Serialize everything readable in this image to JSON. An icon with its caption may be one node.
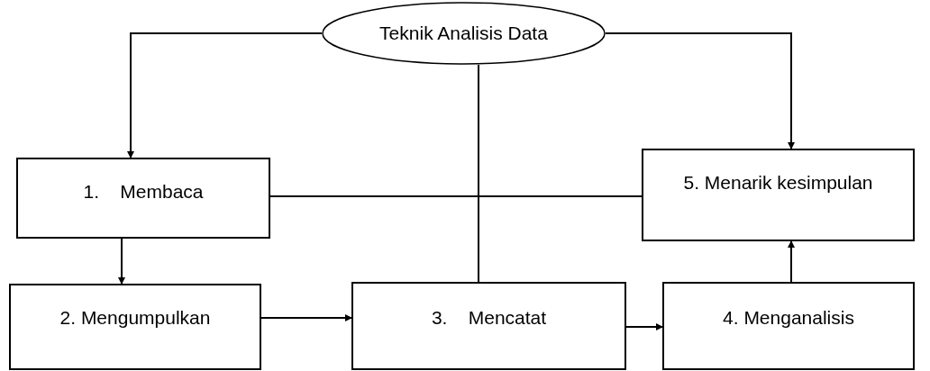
{
  "diagram": {
    "nodes": [
      {
        "text": [
          "Teknik Analisis Data"
        ]
      },
      {
        "text": [
          "1.    Membaca"
        ]
      },
      {
        "text": [
          "5. Menarik kesimpulan"
        ]
      },
      {
        "text": [
          "2. Mengumpulkan"
        ]
      },
      {
        "text": [
          "3.    Mencatat"
        ]
      },
      {
        "text": [
          "4. Menganalisis"
        ]
      }
    ],
    "edges": [
      {
        "from": 0,
        "to": 1,
        "arrow": "to"
      },
      {
        "from": 0,
        "to": 2,
        "arrow": "to"
      },
      {
        "from": 0,
        "to": 4,
        "arrow": "none"
      },
      {
        "from": 1,
        "to": 2,
        "arrow": "none"
      },
      {
        "from": 1,
        "to": 3,
        "arrow": "to"
      },
      {
        "from": 3,
        "to": 4,
        "arrow": "to"
      },
      {
        "from": 4,
        "to": 5,
        "arrow": "to"
      },
      {
        "from": 5,
        "to": 2,
        "arrow": "to"
      }
    ]
  }
}
